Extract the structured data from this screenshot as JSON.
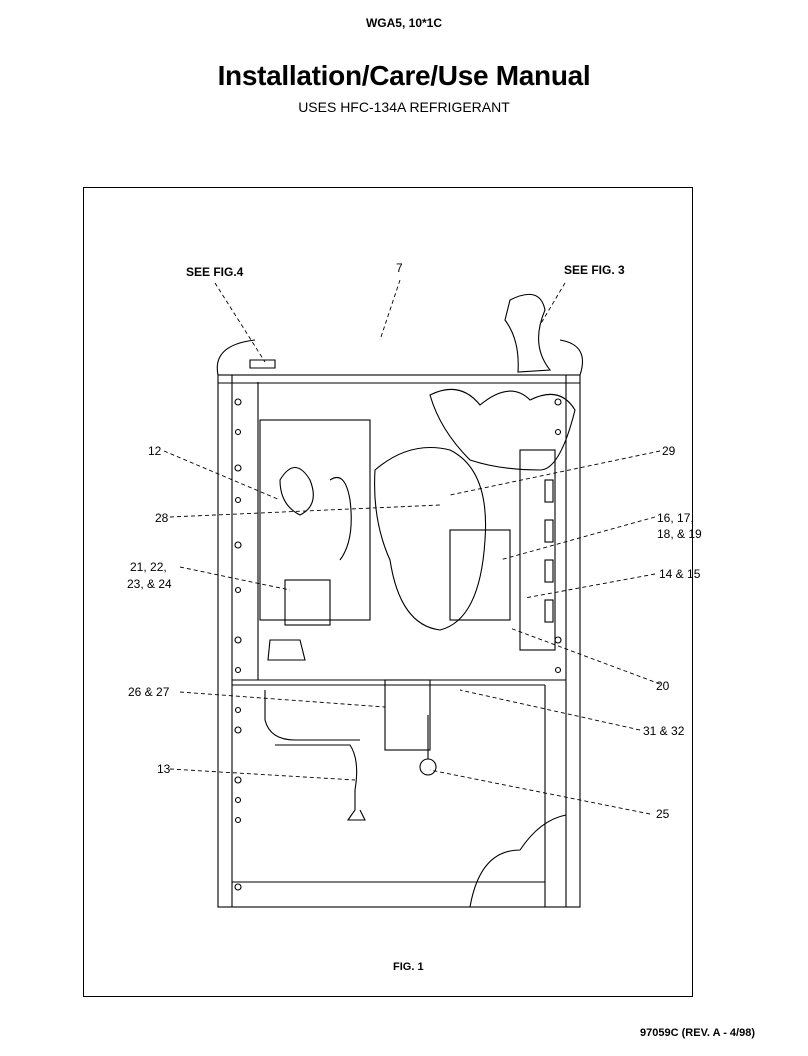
{
  "header": {
    "model": "WGA5, 10*1C",
    "title": "Installation/Care/Use  Manual",
    "subtitle": "USES HFC-134A REFRIGERANT"
  },
  "figure": {
    "caption": "FIG. 1",
    "callouts": {
      "see_fig4": "SEE FIG.4",
      "see_fig3": "SEE FIG. 3",
      "c7": "7",
      "c12": "12",
      "c28": "28",
      "c21_line1": "21, 22,",
      "c21_line2": "23, & 24",
      "c26": "26 & 27",
      "c13": "13",
      "c29": "29",
      "c16_line1": "16, 17,",
      "c16_line2": "18, & 19",
      "c14": "14 & 15",
      "c20": "20",
      "c31": "31 & 32",
      "c25": "25"
    }
  },
  "footer": {
    "doc_number": "97059C (REV. A - 4/98)"
  }
}
